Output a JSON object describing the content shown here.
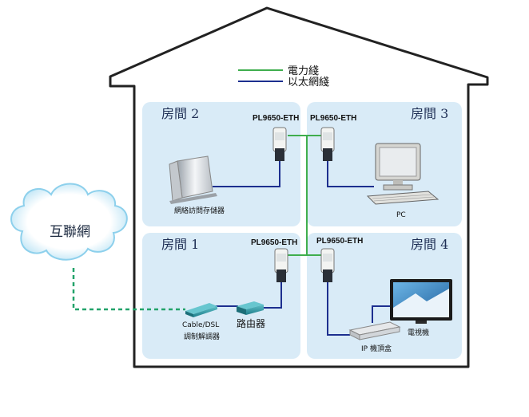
{
  "legend": {
    "power_line": "電力綫",
    "ethernet": "以太網綫"
  },
  "colors": {
    "power_line": "#3fae4d",
    "ethernet": "#1d2f8f",
    "room_bg": "#d9ebf7",
    "internet_dash": "#22a36a"
  },
  "cloud": {
    "label": "互聯網"
  },
  "rooms": {
    "room2": {
      "title": "房間 2",
      "adapter": "PL9650-ETH",
      "device": "網絡訪問存儲器"
    },
    "room3": {
      "title": "房間 3",
      "adapter": "PL9650-ETH",
      "device": "PC"
    },
    "room1": {
      "title": "房間 1",
      "adapter": "PL9650-ETH",
      "modem_line1": "Cable/DSL",
      "modem_line2": "調制解調器",
      "router": "路由器"
    },
    "room4": {
      "title": "房間 4",
      "adapter": "PL9650-ETH",
      "tv": "電視機",
      "stb": "IP 機頂盒"
    }
  }
}
